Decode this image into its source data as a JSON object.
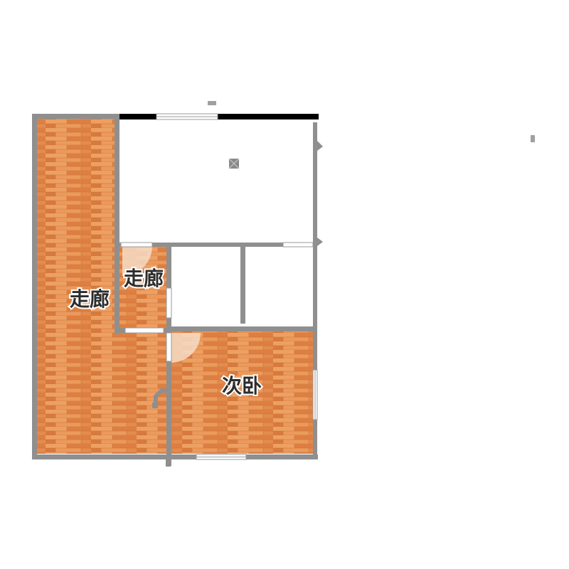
{
  "floorplan": {
    "colors": {
      "wood_base": "#e2874a",
      "wood_light": "#eea063",
      "wood_dark": "#cf733a",
      "wall": "#8f8f8f",
      "exterior_wall": "#000000",
      "window_frame": "#9a9a9a",
      "window_glass": "#ffffff",
      "door_swing": "#f6dcc6",
      "empty_room": "#ffffff"
    },
    "rooms": [
      {
        "id": "corridor-main",
        "label": "走廊",
        "floor": "wood"
      },
      {
        "id": "corridor-small",
        "label": "走廊",
        "floor": "wood"
      },
      {
        "id": "second-bedroom",
        "label": "次卧",
        "floor": "wood"
      },
      {
        "id": "top-room",
        "label": "",
        "floor": "none"
      },
      {
        "id": "middle-room-left",
        "label": "",
        "floor": "none"
      },
      {
        "id": "middle-room-right",
        "label": "",
        "floor": "none"
      }
    ]
  }
}
